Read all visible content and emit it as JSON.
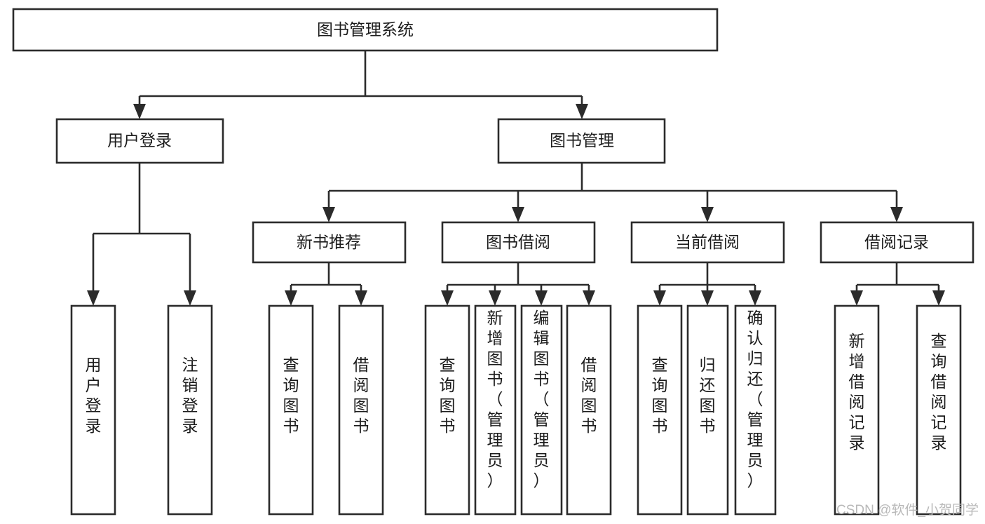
{
  "diagram": {
    "title": "图书管理系统",
    "type": "tree-hierarchy",
    "root": {
      "id": "root",
      "label": "图书管理系统",
      "level": 1,
      "orientation": "horizontal"
    },
    "level2": [
      {
        "id": "user-login",
        "label": "用户登录",
        "orientation": "horizontal"
      },
      {
        "id": "book-manage",
        "label": "图书管理",
        "orientation": "horizontal"
      }
    ],
    "level3": [
      {
        "id": "new-book-rec",
        "label": "新书推荐",
        "parent": "book-manage",
        "orientation": "horizontal"
      },
      {
        "id": "book-borrow",
        "label": "图书借阅",
        "parent": "book-manage",
        "orientation": "horizontal"
      },
      {
        "id": "current-borrow",
        "label": "当前借阅",
        "parent": "book-manage",
        "orientation": "horizontal"
      },
      {
        "id": "borrow-record",
        "label": "借阅记录",
        "parent": "book-manage",
        "orientation": "horizontal"
      }
    ],
    "leaves": [
      {
        "id": "leaf-user-login",
        "label": "用户登录",
        "parent": "user-login",
        "orientation": "vertical"
      },
      {
        "id": "leaf-user-logout",
        "label": "注销登录",
        "parent": "user-login",
        "orientation": "vertical"
      },
      {
        "id": "leaf-query-book-1",
        "label": "查询图书",
        "parent": "new-book-rec",
        "orientation": "vertical"
      },
      {
        "id": "leaf-borrow-book-1",
        "label": "借阅图书",
        "parent": "new-book-rec",
        "orientation": "vertical"
      },
      {
        "id": "leaf-query-book-2",
        "label": "查询图书",
        "parent": "book-borrow",
        "orientation": "vertical"
      },
      {
        "id": "leaf-add-book",
        "label": "新增图书（管理员）",
        "parent": "book-borrow",
        "orientation": "vertical"
      },
      {
        "id": "leaf-edit-book",
        "label": "编辑图书（管理员）",
        "parent": "book-borrow",
        "orientation": "vertical"
      },
      {
        "id": "leaf-borrow-book-2",
        "label": "借阅图书",
        "parent": "book-borrow",
        "orientation": "vertical"
      },
      {
        "id": "leaf-query-book-3",
        "label": "查询图书",
        "parent": "current-borrow",
        "orientation": "vertical"
      },
      {
        "id": "leaf-return-book",
        "label": "归还图书",
        "parent": "current-borrow",
        "orientation": "vertical"
      },
      {
        "id": "leaf-confirm-return",
        "label": "确认归还（管理员）",
        "parent": "current-borrow",
        "orientation": "vertical"
      },
      {
        "id": "leaf-add-record",
        "label": "新增借阅记录",
        "parent": "borrow-record",
        "orientation": "vertical"
      },
      {
        "id": "leaf-query-record",
        "label": "查询借阅记录",
        "parent": "borrow-record",
        "orientation": "vertical"
      }
    ],
    "watermark": "CSDN @软件_小贺同学",
    "colors": {
      "background": "#ffffff",
      "box_fill": "#ffffff",
      "box_stroke": "#2b2b2b",
      "text": "#1c1c1c",
      "watermark": "#b9b9b9"
    }
  }
}
